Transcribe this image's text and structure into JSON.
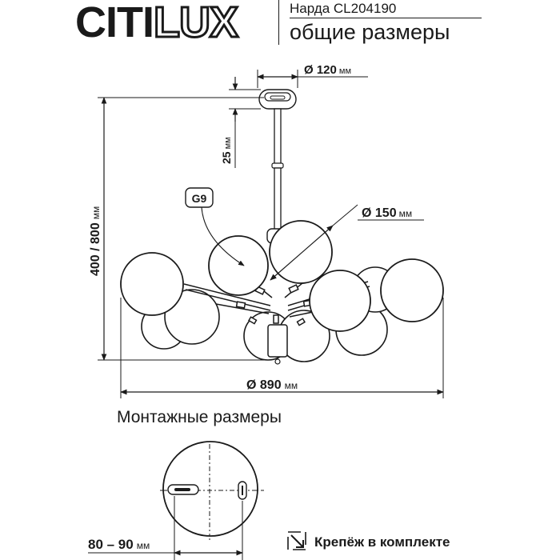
{
  "header": {
    "brand_part1": "CITI",
    "brand_part2": "LUX",
    "model": "Нарда CL204190",
    "subtitle": "общие размеры"
  },
  "dimensions": {
    "canopy_dia": "Ø 120",
    "canopy_h": "25",
    "height": "400 / 800",
    "lamp_type": "G9",
    "globe_dia": "Ø 150",
    "total_dia": "Ø 890",
    "mount_range": "80 – 90",
    "unit": "мм"
  },
  "mounting": {
    "title": "Монтажные размеры",
    "kit_label": "Крепёж в комплекте",
    "kit_icon": "arrow-corner-icon"
  }
}
